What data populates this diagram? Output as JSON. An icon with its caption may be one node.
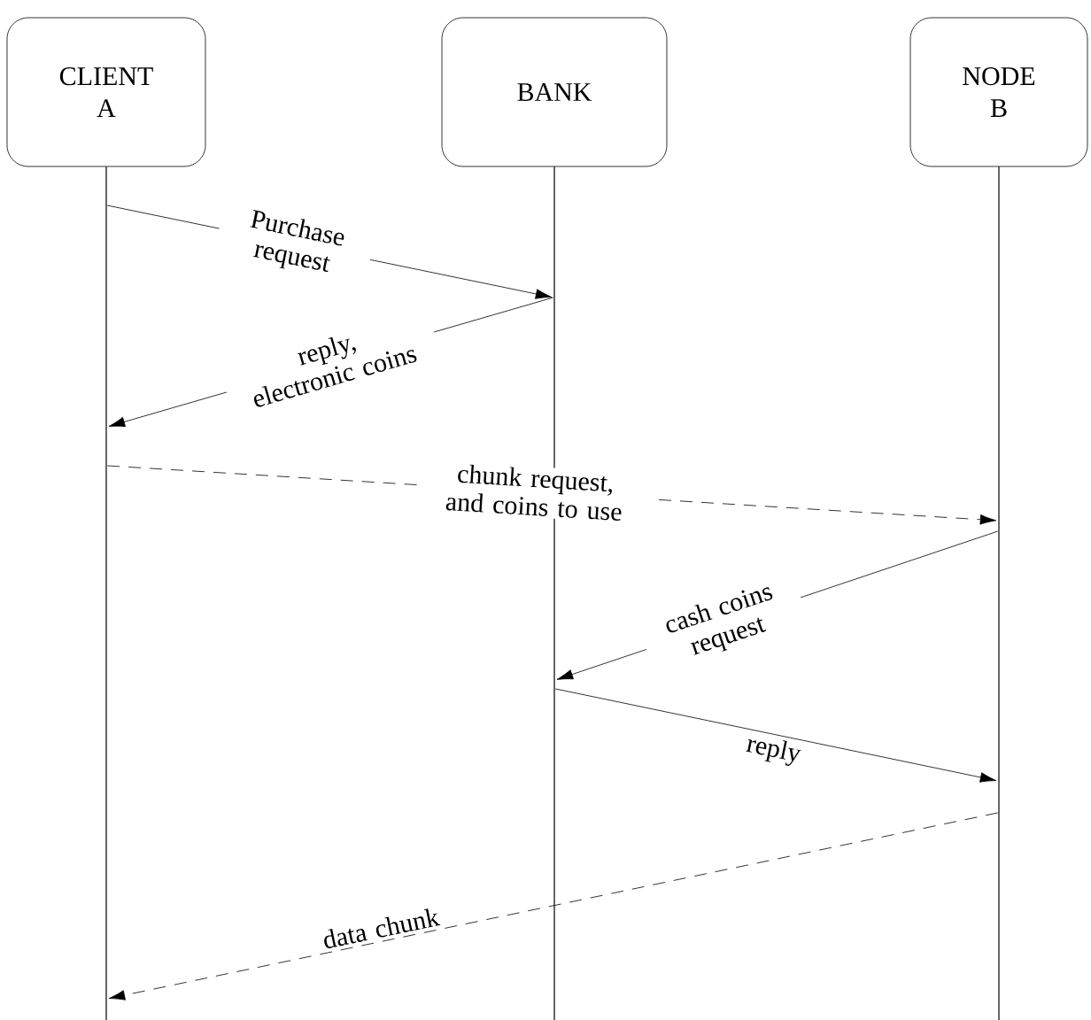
{
  "diagram": {
    "nodes": [
      {
        "text": [
          "CLIENT A"
        ]
      },
      {
        "text": [
          "BANK"
        ]
      },
      {
        "text": [
          "NODE B"
        ]
      },
      {
        "text": [],
        "shape": "bar"
      },
      {
        "text": [],
        "shape": "bar"
      },
      {
        "text": [],
        "shape": "bar"
      }
    ],
    "edges": [
      {
        "from": 3,
        "to": 4,
        "arrow": "to",
        "label": "Purchase request"
      },
      {
        "from": 4,
        "to": 3,
        "arrow": "to",
        "label": "reply, electronic coins"
      },
      {
        "from": 3,
        "to": 5,
        "arrow": "to",
        "label": "chunk request, and coins to use",
        "style": "dashed"
      },
      {
        "from": 5,
        "to": 4,
        "arrow": "to",
        "label": "cash coins request"
      },
      {
        "from": 4,
        "to": 5,
        "arrow": "to",
        "label": "reply"
      },
      {
        "from": 5,
        "to": 3,
        "arrow": "to",
        "label": "data chunk",
        "style": "dashed"
      }
    ]
  }
}
